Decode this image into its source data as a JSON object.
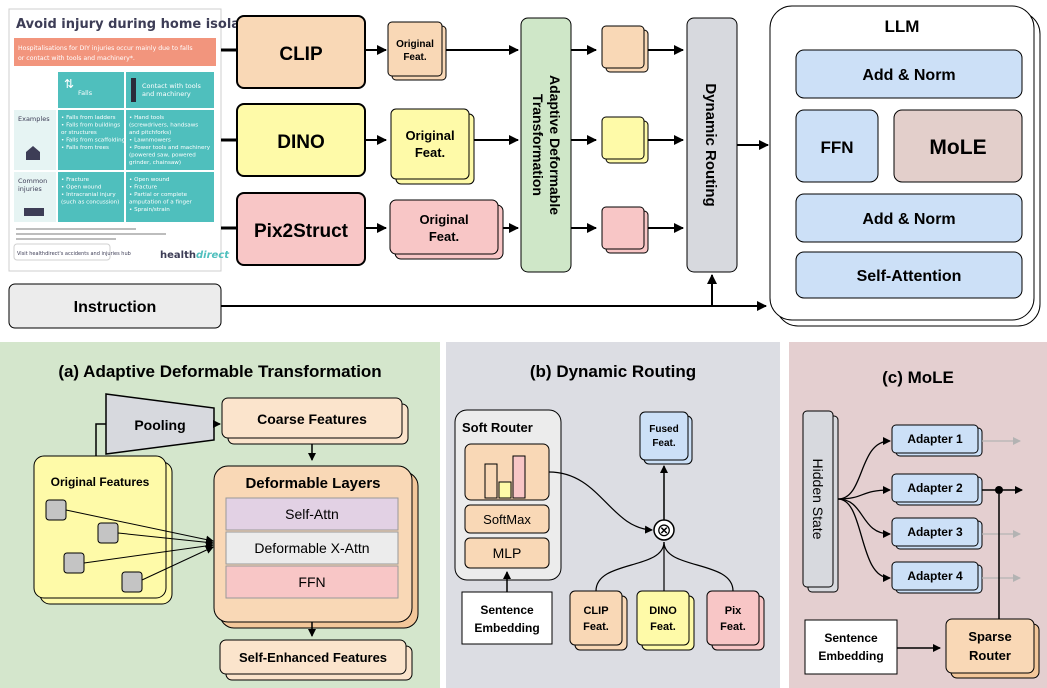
{
  "poster": {
    "title": "Avoid injury during home isolation",
    "banner_line1": "Hospitalisations for DIY injuries occur mainly due to falls",
    "banner_line2": "or contact with tools and machinery*.",
    "col_falls": "Falls",
    "col_tools_line1": "Contact with tools",
    "col_tools_line2": "and machinery",
    "row_examples": "Examples",
    "falls_examples": [
      "• Falls from ladders",
      "• Falls from buildings",
      "  or structures",
      "• Falls from scaffolding",
      "• Falls from trees"
    ],
    "tools_examples": [
      "• Hand tools",
      "  (screwdrivers, handsaws",
      "  and pitchforks)",
      "• Lawnmowers",
      "• Power tools and machinery",
      "  (powered saw, powered",
      "  grinder, chainsaw)"
    ],
    "row_injuries_line1": "Common",
    "row_injuries_line2": "injuries",
    "falls_injuries": [
      "• Fracture",
      "• Open wound",
      "• Intracranial injury",
      "  (such as concussion)"
    ],
    "tools_injuries": [
      "• Open wound",
      "• Fracture",
      "• Partial or complete",
      "  amputation of a finger",
      "• Sprain/strain"
    ],
    "footer_link": "Visit healthdirect's accidents and injuries hub",
    "brand_prefix": "health",
    "brand_suffix": "direct"
  },
  "top": {
    "encoders": [
      "CLIP",
      "DINO",
      "Pix2Struct"
    ],
    "original_feat_line1": "Original",
    "original_feat_line2": "Feat.",
    "adt_line1": "Adaptive Deformable",
    "adt_line2": "Transformation",
    "dynamic_routing": "Dynamic Routing",
    "instruction": "Instruction",
    "llm_title": "LLM",
    "add_norm": "Add & Norm",
    "ffn": "FFN",
    "mole": "MoLE",
    "self_attention": "Self-Attention"
  },
  "panel_a": {
    "title": "(a) Adaptive Deformable Transformation",
    "pooling": "Pooling",
    "coarse_features": "Coarse Features",
    "original_features": "Original Features",
    "deformable_layers": "Deformable Layers",
    "layers": [
      "Self-Attn",
      "Deformable X-Attn",
      "FFN"
    ],
    "self_enhanced": "Self-Enhanced Features"
  },
  "panel_b": {
    "title": "(b) Dynamic Routing",
    "soft_router": "Soft Router",
    "softmax": "SoftMax",
    "mlp": "MLP",
    "sentence_line1": "Sentence",
    "sentence_line2": "Embedding",
    "fused_line1": "Fused",
    "fused_line2": "Feat.",
    "otimes": "⊗",
    "feats": [
      {
        "line1": "CLIP",
        "line2": "Feat."
      },
      {
        "line1": "DINO",
        "line2": "Feat."
      },
      {
        "line1": "Pix",
        "line2": "Feat."
      }
    ]
  },
  "panel_c": {
    "title": "(c) MoLE",
    "hidden_state": "Hidden State",
    "adapters": [
      "Adapter 1",
      "Adapter 2",
      "Adapter 3",
      "Adapter 4"
    ],
    "sentence_line1": "Sentence",
    "sentence_line2": "Embedding",
    "sparse_line1": "Sparse",
    "sparse_line2": "Router"
  },
  "colors": {
    "clip": "#f9d8b6",
    "dino": "#fefaa8",
    "pix": "#f8c6c6",
    "adt": "#cfe7c8",
    "routing": "#d7d9de",
    "llm_blue": "#cce0f7",
    "mole": "#e3cfcb",
    "panel_a_bg": "#d4e6cc",
    "panel_b_bg": "#dcdde3",
    "panel_c_bg": "#e4cfd0",
    "poster_teal": "#4fbfbd",
    "poster_salmon": "#f2957d"
  }
}
